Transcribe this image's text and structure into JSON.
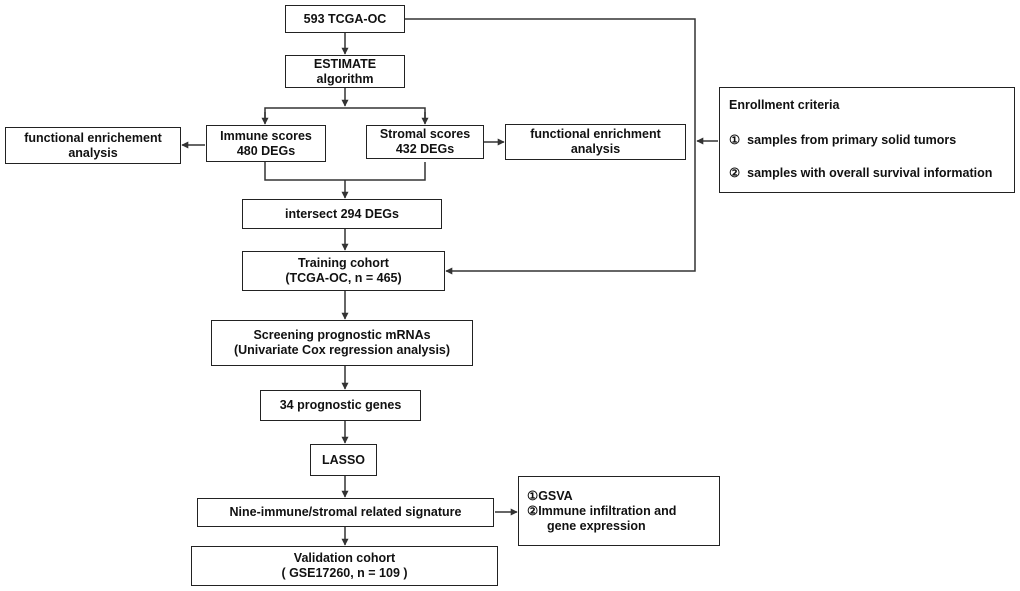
{
  "nodes": {
    "tcga": {
      "line1": "593 TCGA-OC"
    },
    "estimate": {
      "line1": "ESTIMATE",
      "line2": "algorithm"
    },
    "immune": {
      "line1": "Immune scores",
      "line2": "480 DEGs"
    },
    "stromal": {
      "line1": "Stromal scores",
      "line2": "432 DEGs"
    },
    "func_left": {
      "line1": "functional enrichement",
      "line2": "analysis"
    },
    "func_right": {
      "line1": "functional enrichment",
      "line2": "analysis"
    },
    "intersect": {
      "line1": "intersect 294 DEGs"
    },
    "training": {
      "line1": "Training cohort",
      "line2": "(TCGA-OC, n = 465)"
    },
    "screening": {
      "line1": "Screening prognostic mRNAs",
      "line2": "(Univariate Cox regression analysis)"
    },
    "prognostic": {
      "line1": "34 prognostic genes"
    },
    "lasso": {
      "line1": "LASSO"
    },
    "signature": {
      "line1": "Nine-immune/stromal related signature"
    },
    "validation": {
      "line1": "Validation cohort",
      "line2": "( GSE17260, n = 109 )"
    },
    "gsva": {
      "item1": "①GSVA",
      "item2": "②Immune infiltration and",
      "item2_cont": "gene expression"
    },
    "criteria": {
      "title": "Enrollment criteria",
      "item1": "①  samples from primary solid tumors",
      "item2": "②  samples with overall survival information"
    }
  }
}
